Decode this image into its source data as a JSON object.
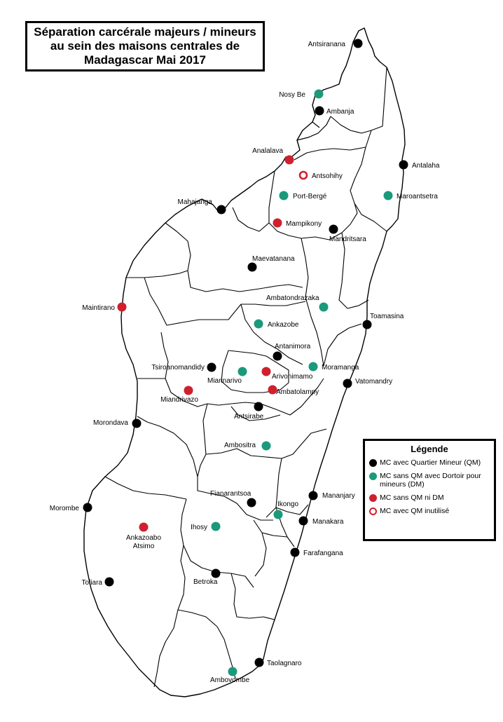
{
  "title": "Séparation carcérale majeurs / mineurs au sein des maisons centrales de Madagascar Mai 2017",
  "legend": {
    "title": "Légende",
    "items": [
      {
        "label": "MC avec Quartier Mineur (QM)",
        "color": "#000000",
        "style": "filled"
      },
      {
        "label": "MC sans QM avec Dortoir pour mineurs (DM)",
        "color": "#1a9a7a",
        "style": "filled"
      },
      {
        "label": "MC sans QM ni DM",
        "color": "#d0202e",
        "style": "filled"
      },
      {
        "label": "MC avec QM inutilisé",
        "color": "#d0202e",
        "style": "ring"
      }
    ]
  },
  "colors": {
    "qm": "#000000",
    "dm": "#1a9a7a",
    "none": "#d0202e",
    "ring": "#d0202e",
    "border": "#000000"
  },
  "cities": [
    {
      "name": "Antsiranana",
      "category": "qm"
    },
    {
      "name": "Nosy Be",
      "category": "dm"
    },
    {
      "name": "Ambanja",
      "category": "qm"
    },
    {
      "name": "Analalava",
      "category": "none"
    },
    {
      "name": "Antsohihy",
      "category": "ring"
    },
    {
      "name": "Antalaha",
      "category": "qm"
    },
    {
      "name": "Port-Bergé",
      "category": "dm"
    },
    {
      "name": "Maroantsetra",
      "category": "dm"
    },
    {
      "name": "Mahajanga",
      "category": "qm"
    },
    {
      "name": "Mampikony",
      "category": "none"
    },
    {
      "name": "Mandritsara",
      "category": "qm"
    },
    {
      "name": "Maevatanana",
      "category": "qm"
    },
    {
      "name": "Ambatondrazaka",
      "category": "dm"
    },
    {
      "name": "Maintirano",
      "category": "none"
    },
    {
      "name": "Toamasina",
      "category": "qm"
    },
    {
      "name": "Ankazobe",
      "category": "dm"
    },
    {
      "name": "Antanimora",
      "category": "qm"
    },
    {
      "name": "Tsiroanomandidy",
      "category": "qm"
    },
    {
      "name": "Miarinarivo",
      "category": "dm"
    },
    {
      "name": "Arivonimamo",
      "category": "none"
    },
    {
      "name": "Moramanga",
      "category": "dm"
    },
    {
      "name": "Vatomandry",
      "category": "qm"
    },
    {
      "name": "Ambatolampy",
      "category": "none"
    },
    {
      "name": "Miandrivazo",
      "category": "none"
    },
    {
      "name": "Antsirabe",
      "category": "qm"
    },
    {
      "name": "Morondava",
      "category": "qm"
    },
    {
      "name": "Ambositra",
      "category": "dm"
    },
    {
      "name": "Mananjary",
      "category": "qm"
    },
    {
      "name": "Fianarantsoa",
      "category": "qm"
    },
    {
      "name": "Ikongo",
      "category": "dm"
    },
    {
      "name": "Morombe",
      "category": "qm"
    },
    {
      "name": "Manakara",
      "category": "qm"
    },
    {
      "name": "Ankazoabo Atsimo",
      "category": "none"
    },
    {
      "name": "Ihosy",
      "category": "dm"
    },
    {
      "name": "Farafangana",
      "category": "qm"
    },
    {
      "name": "Toliara",
      "category": "qm"
    },
    {
      "name": "Betroka",
      "category": "qm"
    },
    {
      "name": "Taolagnaro",
      "category": "qm"
    },
    {
      "name": "Ambovombe",
      "category": "dm"
    }
  ]
}
